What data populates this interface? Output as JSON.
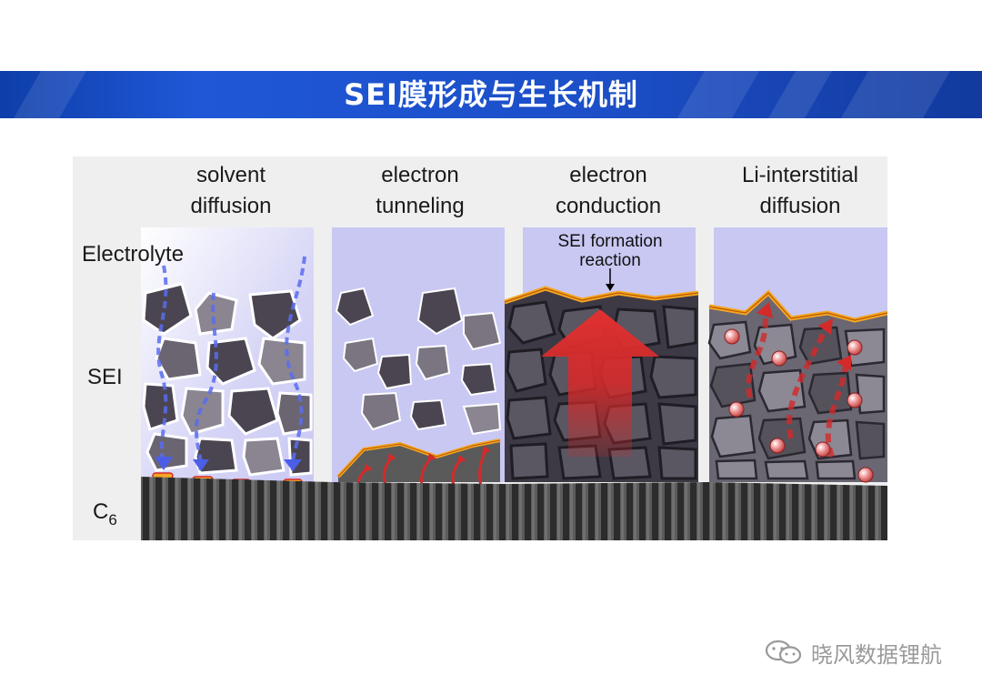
{
  "header": {
    "title": "SEI膜形成与生长机制",
    "color": "#1f57d6"
  },
  "figure": {
    "panel_titles": [
      {
        "line1": "solvent",
        "line2": "diffusion"
      },
      {
        "line1": "electron",
        "line2": "tunneling"
      },
      {
        "line1": "electron",
        "line2": "conduction"
      },
      {
        "line1": "Li-interstitial",
        "line2": "diffusion"
      }
    ],
    "row_labels": {
      "electrolyte": "Electrolyte",
      "sei": "SEI",
      "c6_main": "C",
      "c6_sub": "6"
    },
    "annotation": {
      "line1": "SEI formation",
      "line2": "reaction"
    },
    "colors": {
      "electrolyte": "#c9c8f3",
      "reaction_layer": "#f5a623",
      "arrow_red": "#d42a2a",
      "solvent_arrow": "#4a5ee8"
    }
  },
  "watermark": {
    "text": "晓风数据锂航",
    "icon": "wechat-icon"
  }
}
